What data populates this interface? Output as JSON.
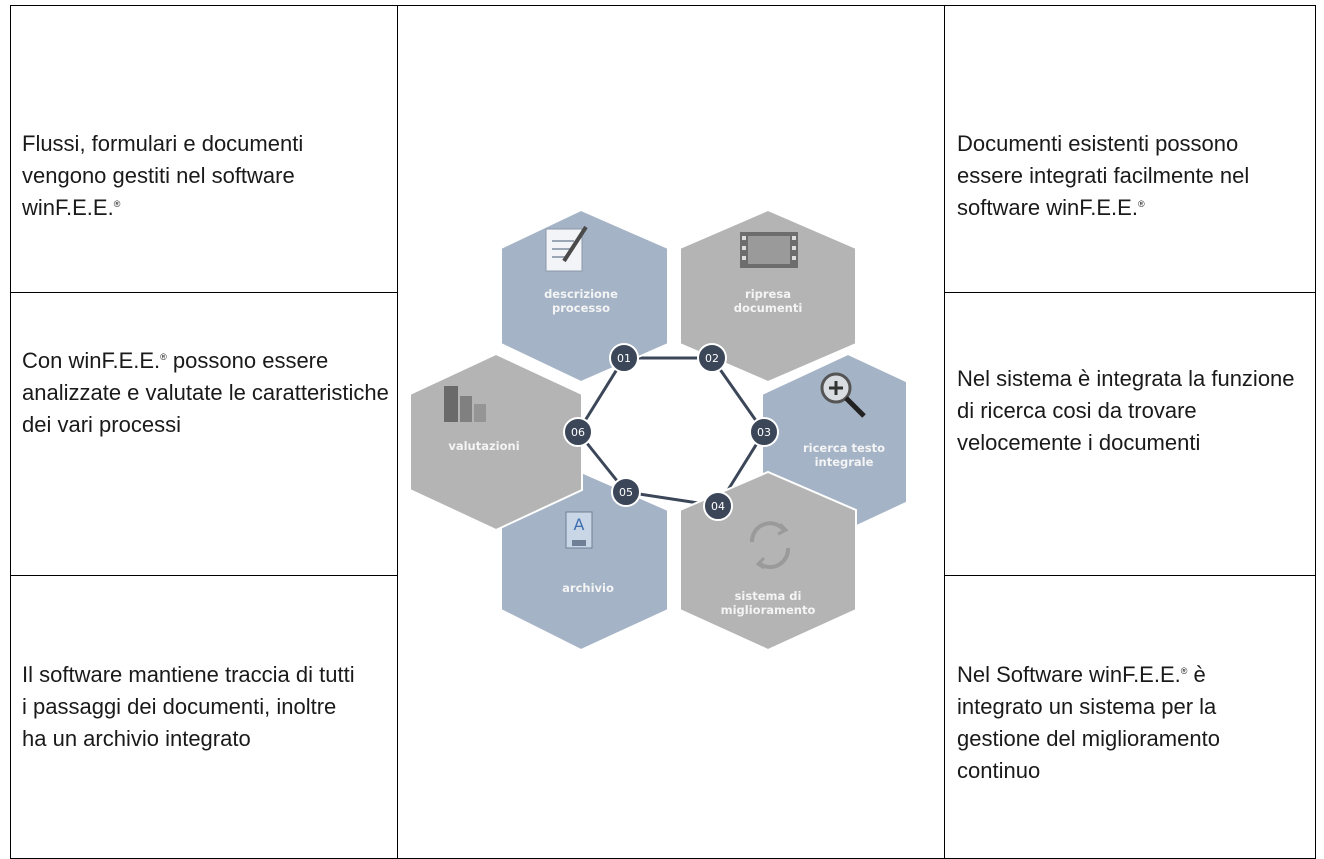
{
  "left_column": [
    {
      "text": "Flussi, formulari e documenti vengono gestiti nel software winF.E.E.",
      "reg": "®",
      "after": ""
    },
    {
      "text": "Con winF.E.E.",
      "reg": "®",
      "after": " possono essere analizzate e valutate le caratteristiche dei vari processi"
    },
    {
      "text": "Il software mantiene traccia di tutti i passaggi dei documenti, inoltre ha un archivio integrato",
      "reg": "",
      "after": ""
    }
  ],
  "right_column": [
    {
      "text": "Documenti esistenti possono essere integrati facilmente nel software winF.E.E.",
      "reg": "®",
      "after": ""
    },
    {
      "text": "Nel sistema è integrata la funzione di ricerca cosi da trovare velocemente i documenti",
      "reg": "",
      "after": ""
    },
    {
      "text": "Nel Software winF.E.E.",
      "reg": "®",
      "after": " è integrato un sistema per la gestione del miglioramento continuo"
    }
  ],
  "diagram": {
    "hexagons": [
      {
        "number": "01",
        "label_lines": [
          "descrizione",
          "processo"
        ],
        "icon": "document-pen-icon",
        "color": "#a4b3c6"
      },
      {
        "number": "02",
        "label_lines": [
          "ripresa",
          "documenti"
        ],
        "icon": "film-icon",
        "color": "#b4b4b4"
      },
      {
        "number": "03",
        "label_lines": [
          "ricerca testo",
          "integrale"
        ],
        "icon": "magnifier-plus-icon",
        "color": "#a4b3c6"
      },
      {
        "number": "04",
        "label_lines": [
          "sistema di",
          "miglioramento"
        ],
        "icon": "cycle-arrows-icon",
        "color": "#b4b4b4"
      },
      {
        "number": "05",
        "label_lines": [
          "archivio"
        ],
        "icon": "binder-icon",
        "color": "#a4b3c6"
      },
      {
        "number": "06",
        "label_lines": [
          "valutazioni"
        ],
        "icon": "bar-chart-icon",
        "color": "#b4b4b4"
      }
    ],
    "connector_color": "#3b4658"
  }
}
